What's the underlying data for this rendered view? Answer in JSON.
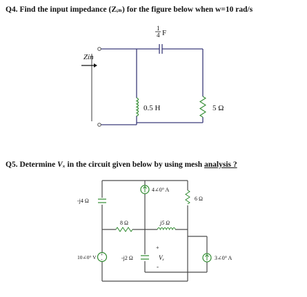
{
  "q4": {
    "title": "Q4.  Find the input impedance (Zᵢₙ) for the figure below when w=10 rad/s",
    "capacitor_label_num": "1",
    "capacitor_label_den": "4",
    "capacitor_label_unit": "F",
    "zin_label": "Zin",
    "inductor_label": "0.5 H",
    "resistor_label": "5 Ω"
  },
  "q5": {
    "title_prefix": "Q5. Determine ",
    "title_var": "Vₓ",
    "title_mid": " in the circuit given below by using mesh ",
    "title_underlined": "analysis ?",
    "cap_left_label": "-j4 Ω",
    "current_source_top_label": "4∠0° A",
    "resistor_6_label": "6 Ω",
    "resistor_8_label": "8 Ω",
    "inductor_j5_label": "j5 Ω",
    "voltage_source_label": "10∠0° V",
    "cap_mid_label": "-j2 Ω",
    "vx_label": "Vₓ",
    "vx_plus": "+",
    "vx_minus": "-",
    "current_source_right_label": "3∠0° A"
  },
  "colors": {
    "wire": "#3a3a7a",
    "source": "#2f8a2f",
    "text": "#111111"
  }
}
